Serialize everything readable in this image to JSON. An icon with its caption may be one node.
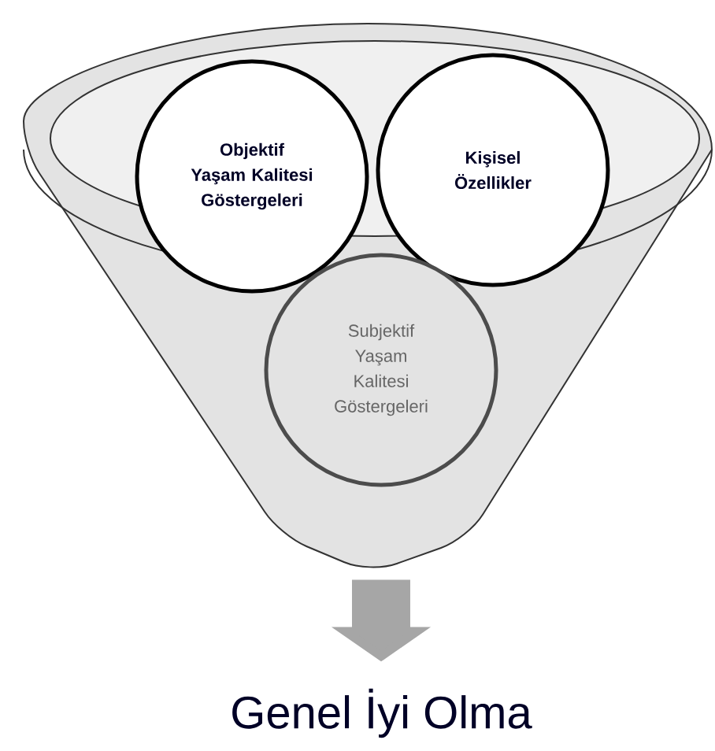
{
  "diagram": {
    "nodes": [
      {
        "text": [],
        "shape": "funnel"
      },
      {
        "text": [
          "Objektif Yaşam Kalitesi Göstergeleri"
        ],
        "in": 0
      },
      {
        "text": [
          "Kişisel Özellikler"
        ],
        "in": 0
      },
      {
        "text": [
          "Subjektif Yaşam Kalitesi Göstergeleri"
        ],
        "in": 0
      },
      {
        "text": [
          "Genel İyi Olma"
        ]
      }
    ],
    "edges": [
      {
        "from": 0,
        "to": 4,
        "arrow": "to",
        "color": "#a6a6a6"
      }
    ]
  }
}
